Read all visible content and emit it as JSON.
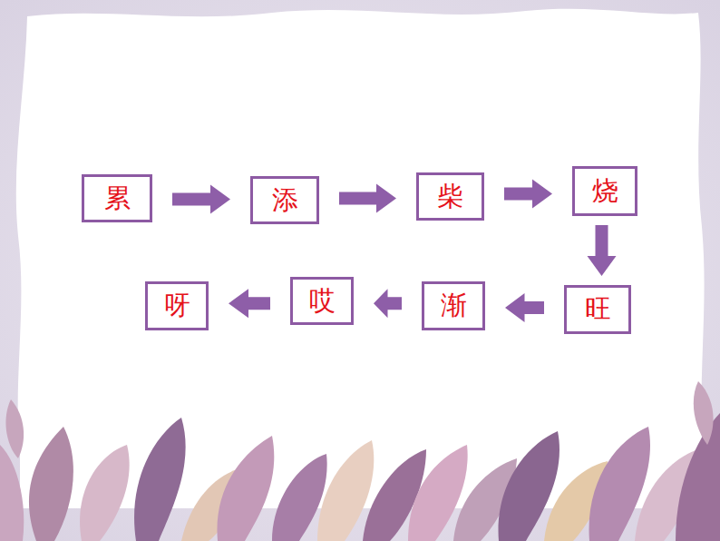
{
  "diagram": {
    "nodes": [
      {
        "text": [
          "累"
        ]
      },
      {
        "text": [
          "添"
        ]
      },
      {
        "text": [
          "柴"
        ]
      },
      {
        "text": [
          "烧"
        ]
      },
      {
        "text": [
          "旺"
        ]
      },
      {
        "text": [
          "渐"
        ]
      },
      {
        "text": [
          "哎"
        ]
      },
      {
        "text": [
          "呀"
        ]
      }
    ],
    "edges": [
      {
        "from": 0,
        "to": 1,
        "arrow": "to"
      },
      {
        "from": 1,
        "to": 2,
        "arrow": "to"
      },
      {
        "from": 2,
        "to": 3,
        "arrow": "to"
      },
      {
        "from": 3,
        "to": 4,
        "arrow": "to"
      },
      {
        "from": 4,
        "to": 5,
        "arrow": "to"
      },
      {
        "from": 5,
        "to": 6,
        "arrow": "to"
      },
      {
        "from": 6,
        "to": 7,
        "arrow": "to"
      }
    ]
  }
}
